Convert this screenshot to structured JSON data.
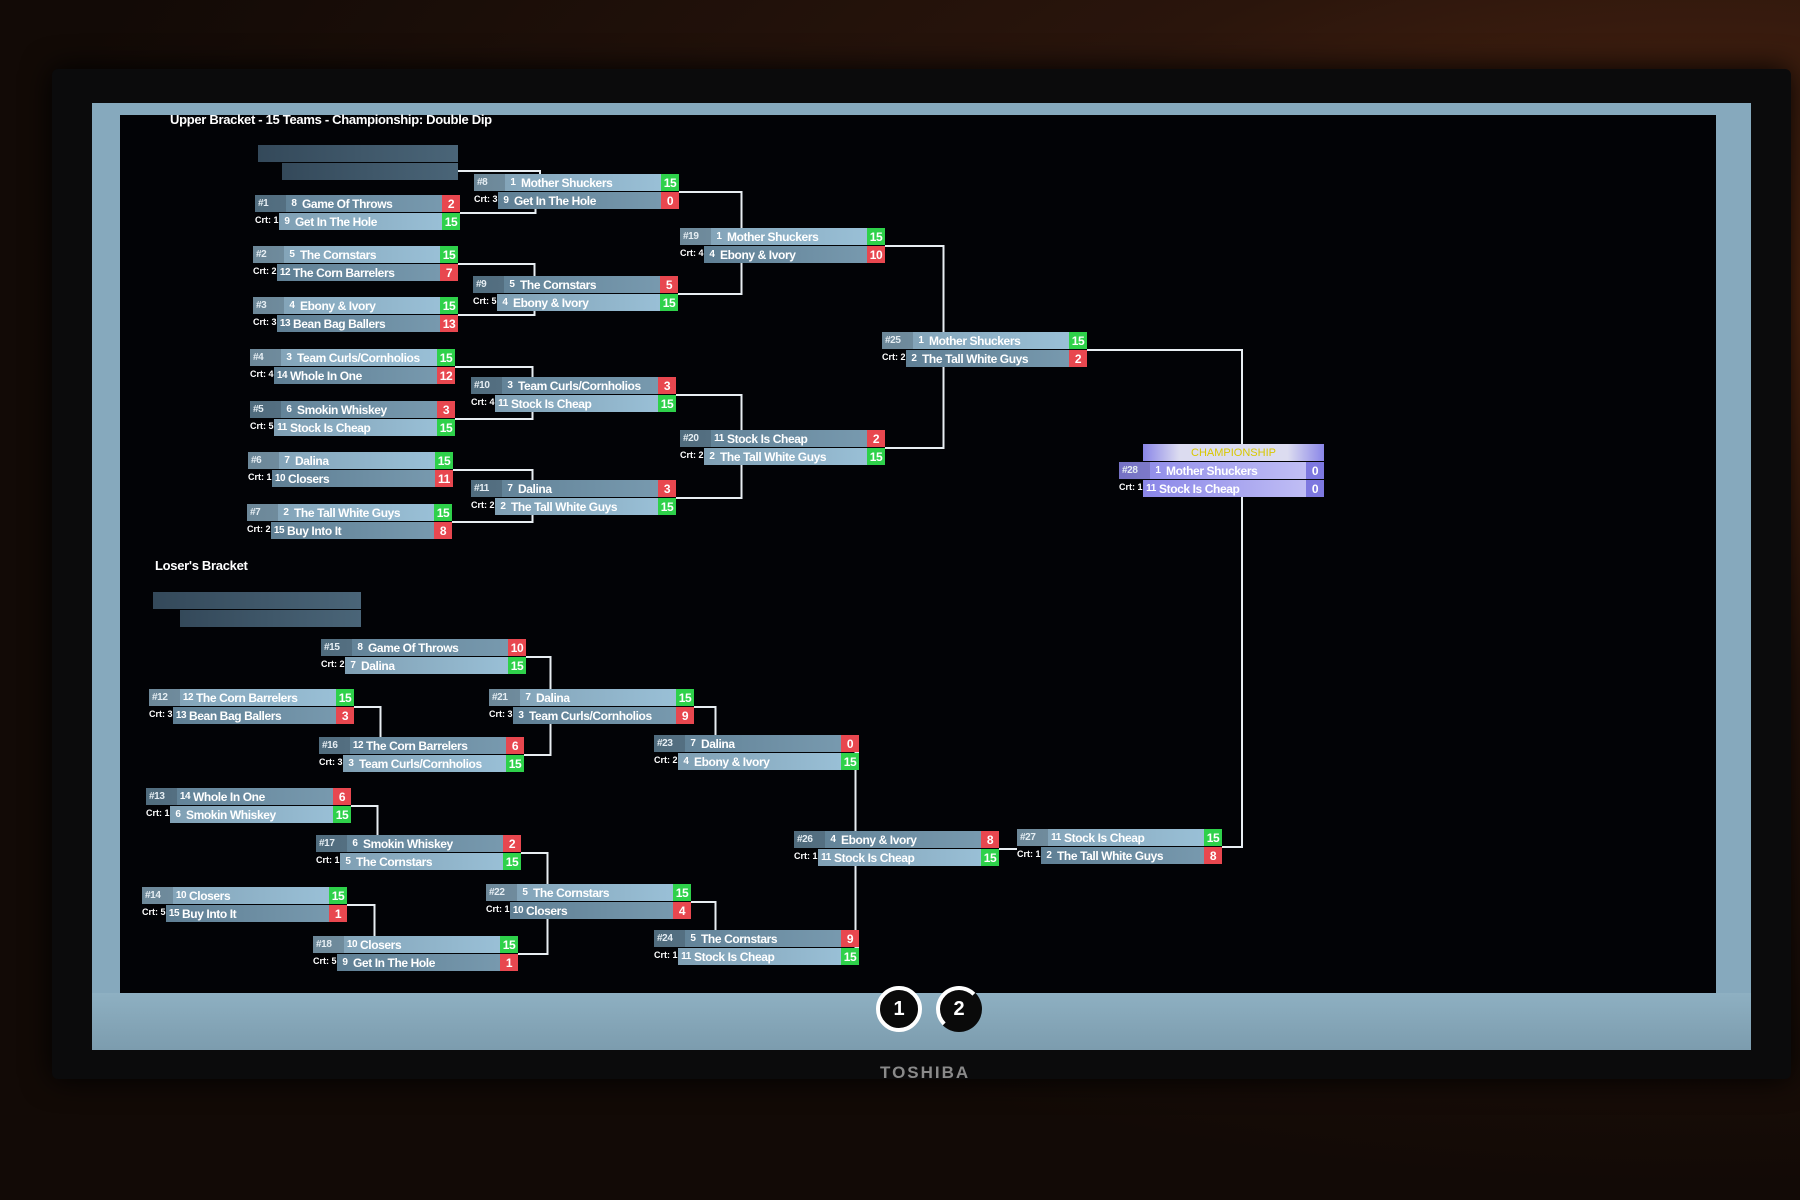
{
  "upper_title": "Upper Bracket - 15 Teams - Championship: Double Dip",
  "loser_title": "Loser's Bracket",
  "championship_label": "CHAMPIONSHIP",
  "brand": "TOSHIBA",
  "pages": [
    "1",
    "2"
  ],
  "colors": {
    "win": "#2ed14a",
    "lose": "#e8474f",
    "champ": "#8a86e8"
  },
  "matches": [
    {
      "id": "#1",
      "court": "Crt: 1",
      "teams": [
        {
          "seed": "8",
          "name": "Game Of Throws",
          "score": "2",
          "winner": false
        },
        {
          "seed": "9",
          "name": "Get In The Hole",
          "score": "15",
          "winner": true
        }
      ]
    },
    {
      "id": "#2",
      "court": "Crt: 2",
      "teams": [
        {
          "seed": "5",
          "name": "The Cornstars",
          "score": "15",
          "winner": true
        },
        {
          "seed": "12",
          "name": "The Corn Barrelers",
          "score": "7",
          "winner": false
        }
      ]
    },
    {
      "id": "#3",
      "court": "Crt: 3",
      "teams": [
        {
          "seed": "4",
          "name": "Ebony & Ivory",
          "score": "15",
          "winner": true
        },
        {
          "seed": "13",
          "name": "Bean Bag Ballers",
          "score": "13",
          "winner": false
        }
      ]
    },
    {
      "id": "#4",
      "court": "Crt: 4",
      "teams": [
        {
          "seed": "3",
          "name": "Team Curls/Cornholios",
          "score": "15",
          "winner": true
        },
        {
          "seed": "14",
          "name": "Whole In One",
          "score": "12",
          "winner": false
        }
      ]
    },
    {
      "id": "#5",
      "court": "Crt: 5",
      "teams": [
        {
          "seed": "6",
          "name": "Smokin Whiskey",
          "score": "3",
          "winner": false
        },
        {
          "seed": "11",
          "name": "Stock Is Cheap",
          "score": "15",
          "winner": true
        }
      ]
    },
    {
      "id": "#6",
      "court": "Crt: 1",
      "teams": [
        {
          "seed": "7",
          "name": "Dalina",
          "score": "15",
          "winner": true
        },
        {
          "seed": "10",
          "name": "Closers",
          "score": "11",
          "winner": false
        }
      ]
    },
    {
      "id": "#7",
      "court": "Crt: 2",
      "teams": [
        {
          "seed": "2",
          "name": "The Tall White Guys",
          "score": "15",
          "winner": true
        },
        {
          "seed": "15",
          "name": "Buy Into It",
          "score": "8",
          "winner": false
        }
      ]
    },
    {
      "id": "#8",
      "court": "Crt: 3",
      "teams": [
        {
          "seed": "1",
          "name": "Mother Shuckers",
          "score": "15",
          "winner": true
        },
        {
          "seed": "9",
          "name": "Get In The Hole",
          "score": "0",
          "winner": false
        }
      ]
    },
    {
      "id": "#9",
      "court": "Crt: 5",
      "teams": [
        {
          "seed": "5",
          "name": "The Cornstars",
          "score": "5",
          "winner": false
        },
        {
          "seed": "4",
          "name": "Ebony & Ivory",
          "score": "15",
          "winner": true
        }
      ]
    },
    {
      "id": "#10",
      "court": "Crt: 4",
      "teams": [
        {
          "seed": "3",
          "name": "Team Curls/Cornholios",
          "score": "3",
          "winner": false
        },
        {
          "seed": "11",
          "name": "Stock Is Cheap",
          "score": "15",
          "winner": true
        }
      ]
    },
    {
      "id": "#11",
      "court": "Crt: 2",
      "teams": [
        {
          "seed": "7",
          "name": "Dalina",
          "score": "3",
          "winner": false
        },
        {
          "seed": "2",
          "name": "The Tall White Guys",
          "score": "15",
          "winner": true
        }
      ]
    },
    {
      "id": "#19",
      "court": "Crt: 4",
      "teams": [
        {
          "seed": "1",
          "name": "Mother Shuckers",
          "score": "15",
          "winner": true
        },
        {
          "seed": "4",
          "name": "Ebony & Ivory",
          "score": "10",
          "winner": false
        }
      ]
    },
    {
      "id": "#20",
      "court": "Crt: 2",
      "teams": [
        {
          "seed": "11",
          "name": "Stock Is Cheap",
          "score": "2",
          "winner": false
        },
        {
          "seed": "2",
          "name": "The Tall White Guys",
          "score": "15",
          "winner": true
        }
      ]
    },
    {
      "id": "#25",
      "court": "Crt: 2",
      "teams": [
        {
          "seed": "1",
          "name": "Mother Shuckers",
          "score": "15",
          "winner": true
        },
        {
          "seed": "2",
          "name": "The Tall White Guys",
          "score": "2",
          "winner": false
        }
      ]
    },
    {
      "id": "#28",
      "court": "Crt: 1",
      "champ": true,
      "teams": [
        {
          "seed": "1",
          "name": "Mother Shuckers",
          "score": "0",
          "winner": false
        },
        {
          "seed": "11",
          "name": "Stock Is Cheap",
          "score": "0",
          "winner": false
        }
      ]
    },
    {
      "id": "#15",
      "court": "Crt: 2",
      "teams": [
        {
          "seed": "8",
          "name": "Game Of Throws",
          "score": "10",
          "winner": false
        },
        {
          "seed": "7",
          "name": "Dalina",
          "score": "15",
          "winner": true
        }
      ]
    },
    {
      "id": "#12",
      "court": "Crt: 3",
      "teams": [
        {
          "seed": "12",
          "name": "The Corn Barrelers",
          "score": "15",
          "winner": true
        },
        {
          "seed": "13",
          "name": "Bean Bag Ballers",
          "score": "3",
          "winner": false
        }
      ]
    },
    {
      "id": "#16",
      "court": "Crt: 3",
      "teams": [
        {
          "seed": "12",
          "name": "The Corn Barrelers",
          "score": "6",
          "winner": false
        },
        {
          "seed": "3",
          "name": "Team Curls/Cornholios",
          "score": "15",
          "winner": true
        }
      ]
    },
    {
      "id": "#21",
      "court": "Crt: 3",
      "teams": [
        {
          "seed": "7",
          "name": "Dalina",
          "score": "15",
          "winner": true
        },
        {
          "seed": "3",
          "name": "Team Curls/Cornholios",
          "score": "9",
          "winner": false
        }
      ]
    },
    {
      "id": "#13",
      "court": "Crt: 1",
      "teams": [
        {
          "seed": "14",
          "name": "Whole In One",
          "score": "6",
          "winner": false
        },
        {
          "seed": "6",
          "name": "Smokin Whiskey",
          "score": "15",
          "winner": true
        }
      ]
    },
    {
      "id": "#17",
      "court": "Crt: 1",
      "teams": [
        {
          "seed": "6",
          "name": "Smokin Whiskey",
          "score": "2",
          "winner": false
        },
        {
          "seed": "5",
          "name": "The Cornstars",
          "score": "15",
          "winner": true
        }
      ]
    },
    {
      "id": "#23",
      "court": "Crt: 2",
      "teams": [
        {
          "seed": "7",
          "name": "Dalina",
          "score": "0",
          "winner": false
        },
        {
          "seed": "4",
          "name": "Ebony & Ivory",
          "score": "15",
          "winner": true
        }
      ]
    },
    {
      "id": "#14",
      "court": "Crt: 5",
      "teams": [
        {
          "seed": "10",
          "name": "Closers",
          "score": "15",
          "winner": true
        },
        {
          "seed": "15",
          "name": "Buy Into It",
          "score": "1",
          "winner": false
        }
      ]
    },
    {
      "id": "#22",
      "court": "Crt: 1",
      "teams": [
        {
          "seed": "5",
          "name": "The Cornstars",
          "score": "15",
          "winner": true
        },
        {
          "seed": "10",
          "name": "Closers",
          "score": "4",
          "winner": false
        }
      ]
    },
    {
      "id": "#18",
      "court": "Crt: 5",
      "teams": [
        {
          "seed": "10",
          "name": "Closers",
          "score": "15",
          "winner": true
        },
        {
          "seed": "9",
          "name": "Get In The Hole",
          "score": "1",
          "winner": false
        }
      ]
    },
    {
      "id": "#24",
      "court": "Crt: 1",
      "teams": [
        {
          "seed": "5",
          "name": "The Cornstars",
          "score": "9",
          "winner": false
        },
        {
          "seed": "11",
          "name": "Stock Is Cheap",
          "score": "15",
          "winner": true
        }
      ]
    },
    {
      "id": "#26",
      "court": "Crt: 1",
      "teams": [
        {
          "seed": "4",
          "name": "Ebony & Ivory",
          "score": "8",
          "winner": false
        },
        {
          "seed": "11",
          "name": "Stock Is Cheap",
          "score": "15",
          "winner": true
        }
      ]
    },
    {
      "id": "#27",
      "court": "Crt: 1",
      "teams": [
        {
          "seed": "11",
          "name": "Stock Is Cheap",
          "score": "15",
          "winner": true
        },
        {
          "seed": "2",
          "name": "The Tall White Guys",
          "score": "8",
          "winner": false
        }
      ]
    }
  ]
}
